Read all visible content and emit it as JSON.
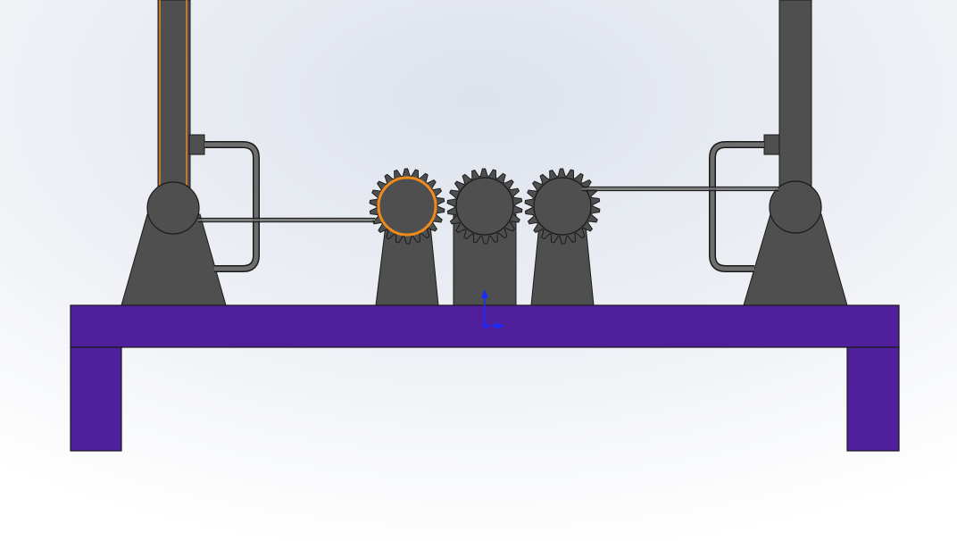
{
  "viewport": {
    "background_top": "#dde2ec",
    "background_bottom": "#ffffff"
  },
  "colors": {
    "table": "#50209c",
    "part_dark": "#4f4f4f",
    "outline": "#1a1a1a",
    "rod_gray": "#6e6e6e",
    "highlight_orange": "#f08a1c",
    "axis_blue": "#1a2bff"
  },
  "model": {
    "components": [
      "table-top",
      "table-leg-left",
      "table-leg-right",
      "left-stand",
      "right-stand",
      "left-bracket",
      "right-bracket",
      "gear-left",
      "gear-middle",
      "gear-right",
      "gear-support-left",
      "gear-support-middle",
      "gear-support-right",
      "connecting-rod-left",
      "connecting-rod-right"
    ],
    "selected_component": "gear-left",
    "selected_edge": "left-stand-column-slot",
    "gear_teeth": 22
  },
  "triad": {
    "icon": "coordinate-triad-icon",
    "axes": [
      "x",
      "y"
    ]
  }
}
